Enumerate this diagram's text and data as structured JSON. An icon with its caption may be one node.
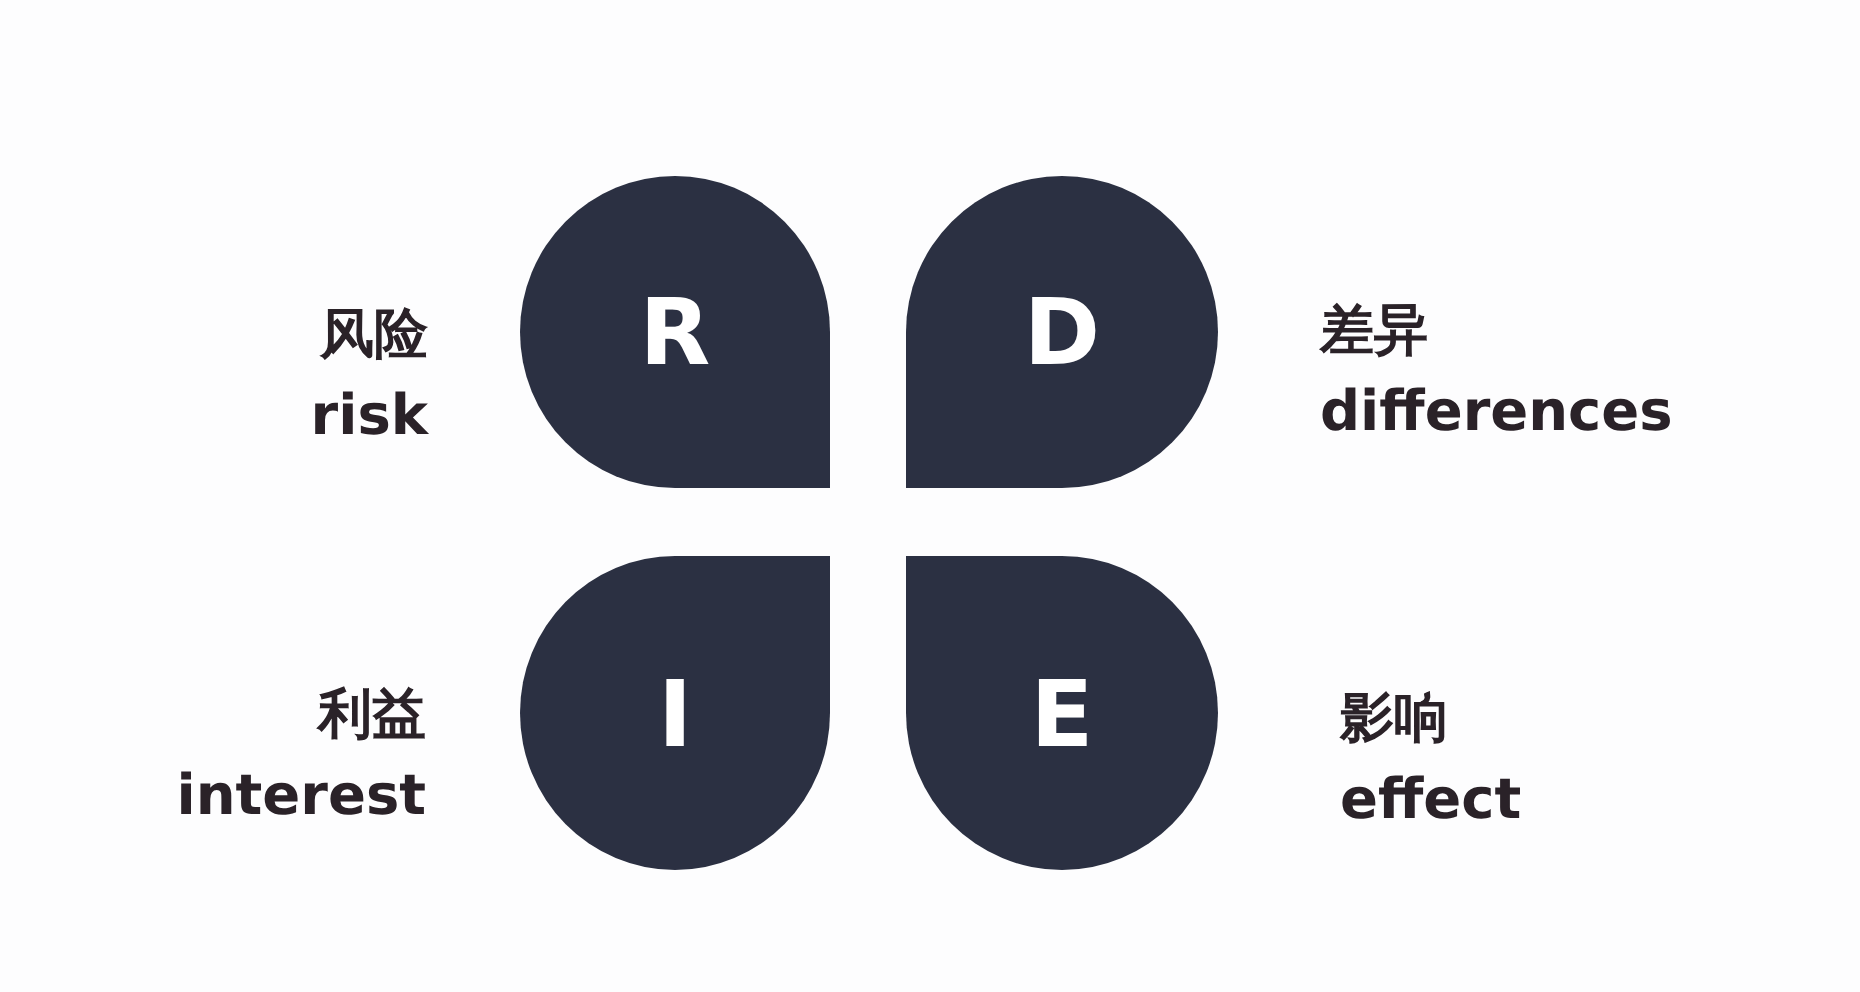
{
  "diagram": {
    "nodes": [
      {
        "text": [
          "R"
        ],
        "beside": [
          "风险",
          "risk"
        ]
      },
      {
        "text": [
          "D"
        ],
        "beside": [
          "差异",
          "differences"
        ]
      },
      {
        "text": [
          "I"
        ],
        "beside": [
          "利益",
          "interest"
        ]
      },
      {
        "text": [
          "E"
        ],
        "beside": [
          "影响",
          "effect"
        ]
      }
    ]
  }
}
